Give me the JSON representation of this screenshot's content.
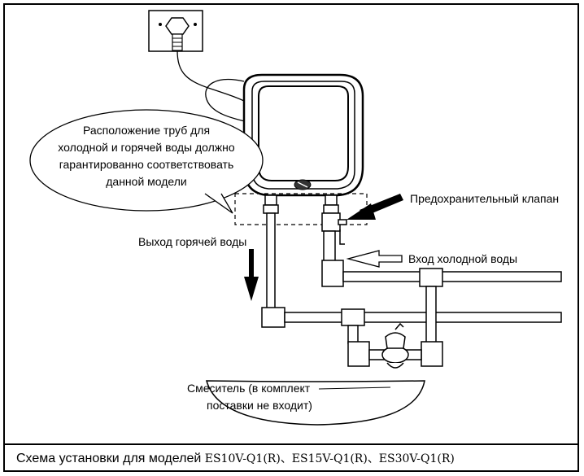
{
  "labels": {
    "pipe_note_line1": "Расположение труб для",
    "pipe_note_line2": "холодной и горячей воды должно",
    "pipe_note_line3": "гарантированно соответствовать",
    "pipe_note_line4": "данной модели",
    "safety_valve": "Предохранительный клапан",
    "hot_water_out": "Выход горячей воды",
    "cold_water_in": "Вход холодной воды",
    "mixer_line1": "Смеситель (в комплект",
    "mixer_line2": "поставки не входит)"
  },
  "caption": {
    "text": "Схема установки для моделей ",
    "models": "ES10V-Q1(R)、ES15V-Q1(R)、ES30V-Q1(R)"
  },
  "icons": [
    "power-socket-icon",
    "arrow-down-icon",
    "arrow-left-icon",
    "arrow-left-outline-icon"
  ]
}
